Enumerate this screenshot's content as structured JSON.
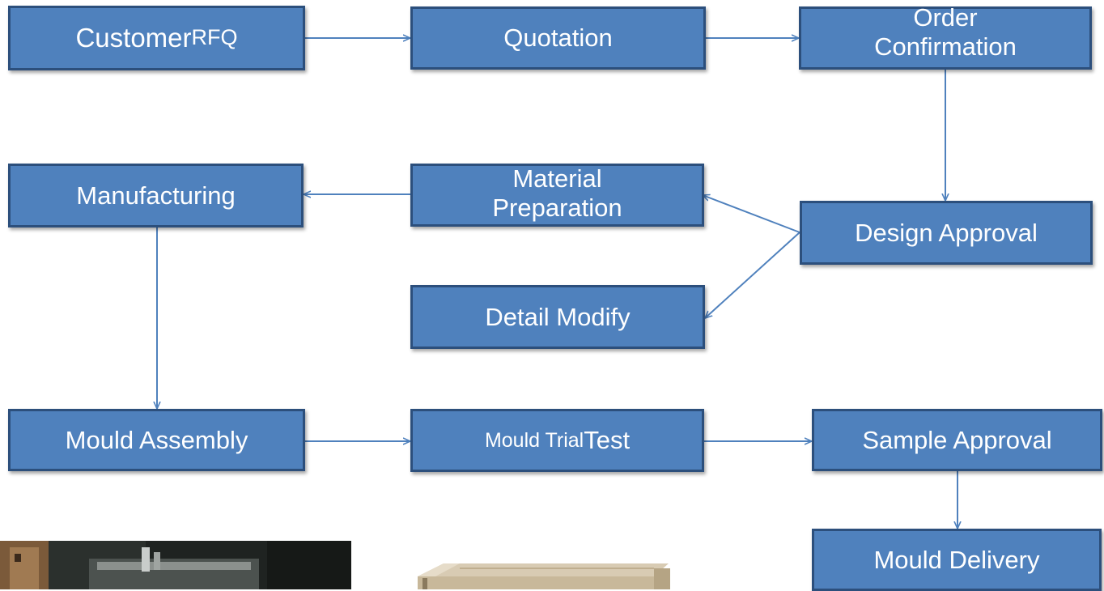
{
  "colors": {
    "box_fill": "#4f81bd",
    "box_border": "#2c4f7c",
    "arrow": "#4f81bd",
    "text": "#ffffff"
  },
  "nodes": {
    "customer_rfq": {
      "main": "Customer ",
      "suffix": "RFQ"
    },
    "quotation": "Quotation",
    "order_confirmation": {
      "line1": "Order",
      "line2": "Confirmation"
    },
    "manufacturing": "Manufacturing",
    "material_preparation": {
      "line1": "Material",
      "line2": "Preparation"
    },
    "design_approval": "Design Approval",
    "detail_modify": "Detail Modify",
    "mould_assembly": "Mould Assembly",
    "mould_trial_test": {
      "prefix": "Mould Trial ",
      "main": "Test"
    },
    "sample_approval": "Sample Approval",
    "mould_delivery": "Mould Delivery"
  },
  "photos": [
    {
      "name": "mould-photo",
      "description_icon": "machine-photo"
    },
    {
      "name": "crate-photo",
      "description_icon": "wooden-crate-photo"
    }
  ]
}
